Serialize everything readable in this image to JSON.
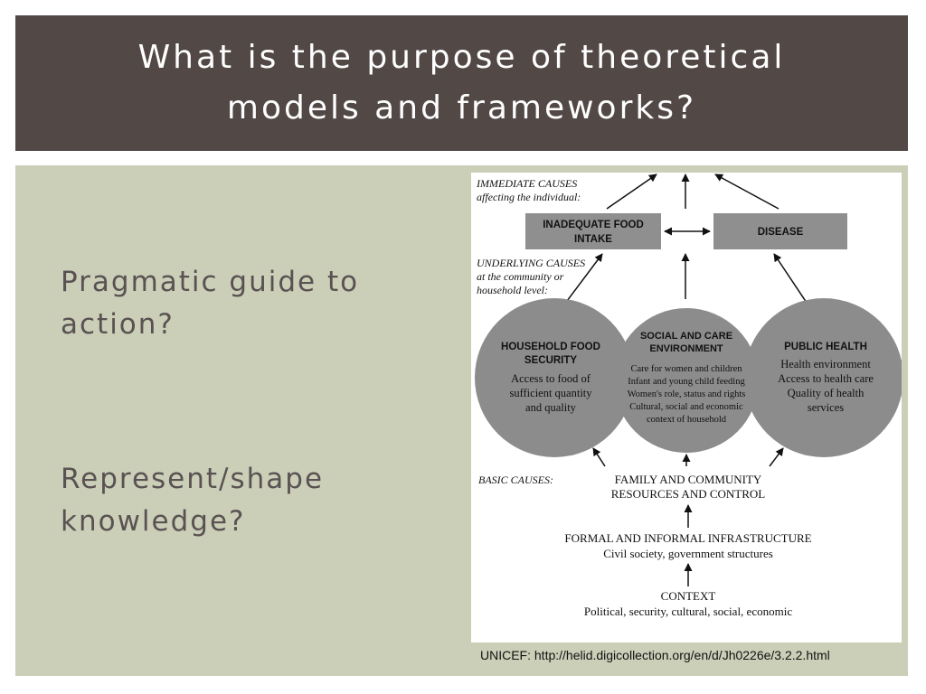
{
  "title": {
    "line1": "What is the purpose of theoretical",
    "line2": "models and frameworks?"
  },
  "bullets": [
    {
      "line1": "Pragmatic guide to",
      "line2": "action?"
    },
    {
      "line1": "Represent/shape",
      "line2": "knowledge?"
    }
  ],
  "diagram": {
    "immediate_label": {
      "line1": "IMMEDIATE CAUSES",
      "line2": "affecting the individual:"
    },
    "food_box": {
      "line1": "INADEQUATE FOOD",
      "line2": "INTAKE"
    },
    "disease_box": "DISEASE",
    "underlying_label": {
      "line1": "UNDERLYING CAUSES",
      "line2": "at the community or",
      "line3": "household level:"
    },
    "household": {
      "title1": "HOUSEHOLD FOOD",
      "title2": "SECURITY",
      "l1": "Access to food of",
      "l2": "sufficient quantity",
      "l3": "and quality"
    },
    "social": {
      "title1": "SOCIAL AND CARE",
      "title2": "ENVIRONMENT",
      "l1": "Care for women and children",
      "l2": "Infant and young child feeding",
      "l3": "Women's role, status and rights",
      "l4": "Cultural, social and economic",
      "l5": "context of household"
    },
    "public": {
      "title": "PUBLIC HEALTH",
      "l1": "Health environment",
      "l2": "Access to health care",
      "l3": "Quality of health",
      "l4": "services"
    },
    "basic_label": "BASIC CAUSES:",
    "family": {
      "line1": "FAMILY AND COMMUNITY",
      "line2": "RESOURCES AND CONTROL"
    },
    "infrastructure": {
      "line1": "FORMAL AND INFORMAL INFRASTRUCTURE",
      "line2": "Civil society, government structures"
    },
    "context": {
      "line1": "CONTEXT",
      "line2": "Political, security, cultural, social, economic"
    }
  },
  "caption": "UNICEF: http://helid.digicollection.org/en/d/Jh0226e/3.2.2.html"
}
